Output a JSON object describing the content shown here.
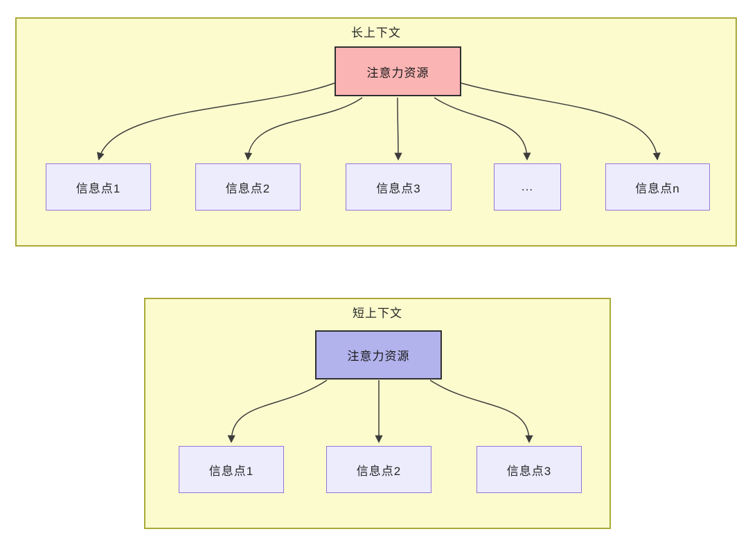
{
  "panels": {
    "long": {
      "title": "长上下文",
      "hub_label": "注意力资源",
      "nodes": [
        "信息点1",
        "信息点2",
        "信息点3",
        "...",
        "信息点n"
      ]
    },
    "short": {
      "title": "短上下文",
      "hub_label": "注意力资源",
      "nodes": [
        "信息点1",
        "信息点2",
        "信息点3"
      ]
    }
  },
  "colors": {
    "panel_bg": "#FBFBCE",
    "panel_border": "#A9A938",
    "hub_long_bg": "#FBB4B4",
    "hub_short_bg": "#B2B2ED",
    "hub_border": "#2F2F2F",
    "node_bg": "#ECECFD",
    "node_border": "#9673D9",
    "edge": "#3C3C3C"
  }
}
